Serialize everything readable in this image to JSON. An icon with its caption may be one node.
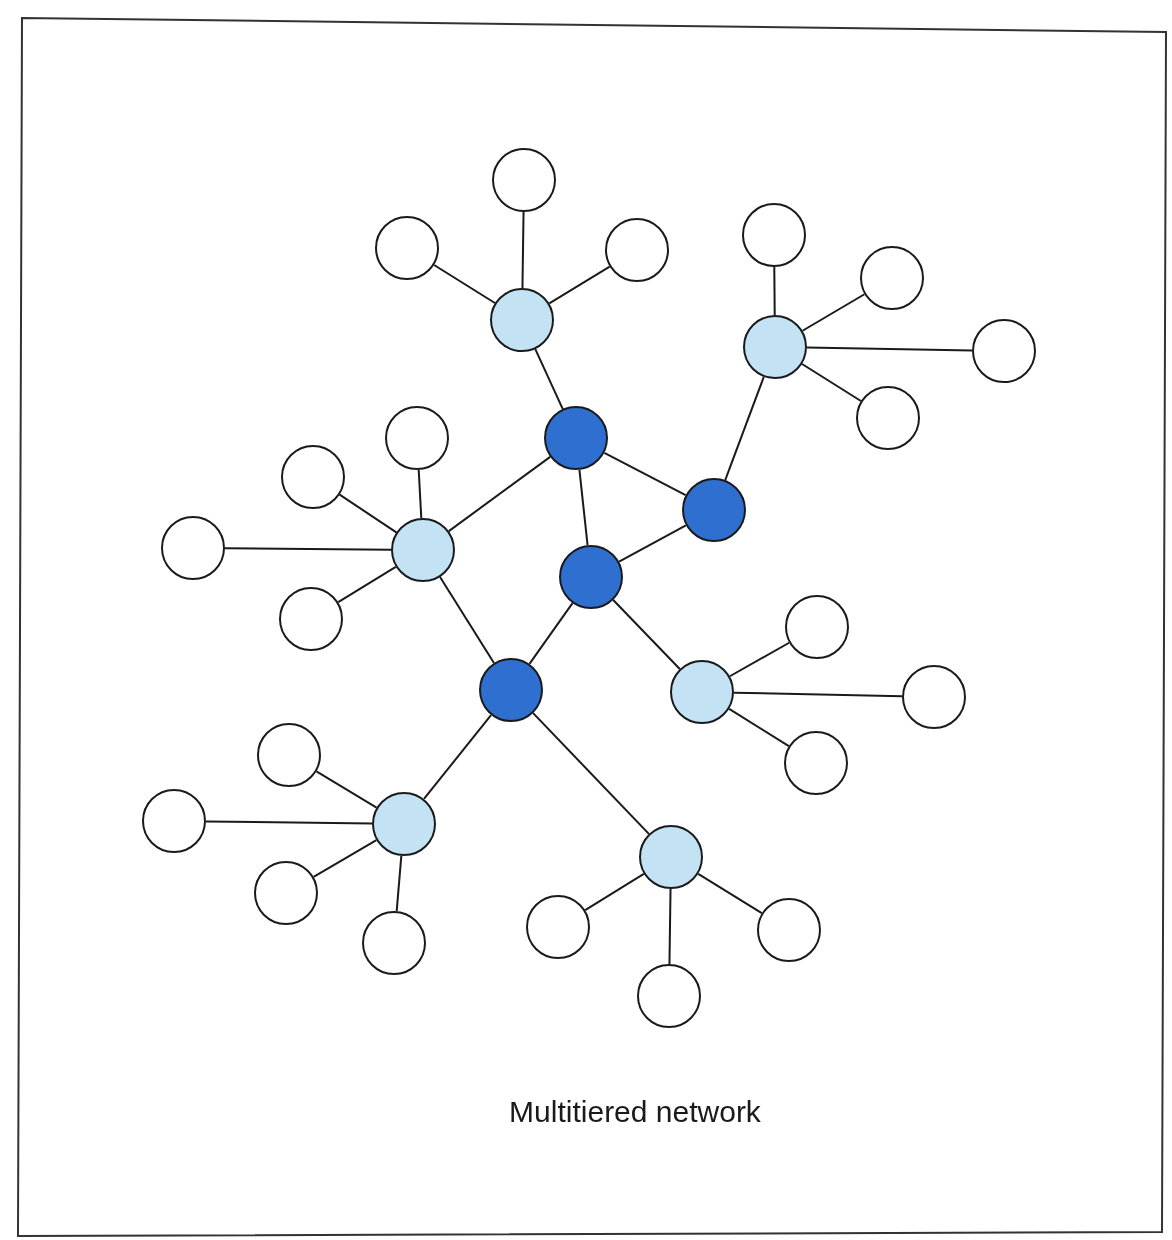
{
  "diagram": {
    "caption": "Multitiered network",
    "nodes": [
      {
        "text": [],
        "shape": "circle"
      },
      {
        "text": [],
        "shape": "circle"
      },
      {
        "text": [],
        "shape": "circle"
      },
      {
        "text": [],
        "shape": "circle"
      },
      {
        "text": [],
        "shape": "circle"
      },
      {
        "text": [],
        "shape": "circle"
      },
      {
        "text": [],
        "shape": "circle"
      },
      {
        "text": [],
        "shape": "circle"
      },
      {
        "text": [],
        "shape": "circle"
      },
      {
        "text": [],
        "shape": "circle"
      },
      {
        "text": [],
        "shape": "circle"
      },
      {
        "text": [],
        "shape": "circle"
      },
      {
        "text": [],
        "shape": "circle"
      },
      {
        "text": [],
        "shape": "circle"
      },
      {
        "text": [],
        "shape": "circle"
      },
      {
        "text": [],
        "shape": "circle"
      },
      {
        "text": [],
        "shape": "circle"
      },
      {
        "text": [],
        "shape": "circle"
      },
      {
        "text": [],
        "shape": "circle"
      },
      {
        "text": [],
        "shape": "circle"
      },
      {
        "text": [],
        "shape": "circle"
      },
      {
        "text": [],
        "shape": "circle"
      },
      {
        "text": [],
        "shape": "circle"
      },
      {
        "text": [],
        "shape": "circle"
      },
      {
        "text": [],
        "shape": "circle"
      },
      {
        "text": [],
        "shape": "circle"
      },
      {
        "text": [],
        "shape": "circle"
      },
      {
        "text": [],
        "shape": "circle"
      },
      {
        "text": [],
        "shape": "circle"
      },
      {
        "text": [],
        "shape": "circle"
      },
      {
        "text": [],
        "shape": "circle"
      }
    ],
    "edges": [
      {
        "from": 0,
        "to": 4,
        "arrow": "none"
      },
      {
        "from": 0,
        "to": 1,
        "arrow": "none"
      },
      {
        "from": 0,
        "to": 2,
        "arrow": "none"
      },
      {
        "from": 0,
        "to": 6,
        "arrow": "none"
      },
      {
        "from": 1,
        "to": 5,
        "arrow": "none"
      },
      {
        "from": 1,
        "to": 2,
        "arrow": "none"
      },
      {
        "from": 2,
        "to": 3,
        "arrow": "none"
      },
      {
        "from": 2,
        "to": 7,
        "arrow": "none"
      },
      {
        "from": 3,
        "to": 6,
        "arrow": "none"
      },
      {
        "from": 3,
        "to": 8,
        "arrow": "none"
      },
      {
        "from": 3,
        "to": 9,
        "arrow": "none"
      },
      {
        "from": 4,
        "to": 10,
        "arrow": "none"
      },
      {
        "from": 4,
        "to": 11,
        "arrow": "none"
      },
      {
        "from": 4,
        "to": 12,
        "arrow": "none"
      },
      {
        "from": 5,
        "to": 13,
        "arrow": "none"
      },
      {
        "from": 5,
        "to": 14,
        "arrow": "none"
      },
      {
        "from": 5,
        "to": 15,
        "arrow": "none"
      },
      {
        "from": 5,
        "to": 16,
        "arrow": "none"
      },
      {
        "from": 6,
        "to": 17,
        "arrow": "none"
      },
      {
        "from": 6,
        "to": 18,
        "arrow": "none"
      },
      {
        "from": 6,
        "to": 19,
        "arrow": "none"
      },
      {
        "from": 6,
        "to": 20,
        "arrow": "none"
      },
      {
        "from": 7,
        "to": 21,
        "arrow": "none"
      },
      {
        "from": 7,
        "to": 22,
        "arrow": "none"
      },
      {
        "from": 7,
        "to": 23,
        "arrow": "none"
      },
      {
        "from": 8,
        "to": 24,
        "arrow": "none"
      },
      {
        "from": 8,
        "to": 25,
        "arrow": "none"
      },
      {
        "from": 8,
        "to": 26,
        "arrow": "none"
      },
      {
        "from": 8,
        "to": 27,
        "arrow": "none"
      },
      {
        "from": 9,
        "to": 28,
        "arrow": "none"
      },
      {
        "from": 9,
        "to": 29,
        "arrow": "none"
      },
      {
        "from": 9,
        "to": 30,
        "arrow": "none"
      }
    ]
  }
}
